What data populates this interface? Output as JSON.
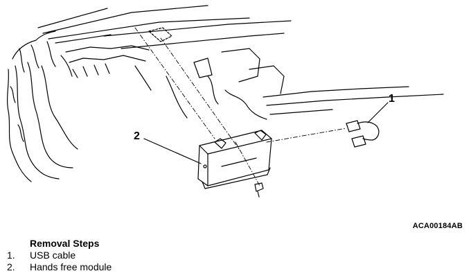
{
  "callouts": {
    "one": "1",
    "two": "2"
  },
  "figure_code": "ACA00184AB",
  "removal": {
    "title": "Removal Steps",
    "steps": [
      {
        "num": "1.",
        "label": "USB cable"
      },
      {
        "num": "2.",
        "label": "Hands free module"
      }
    ]
  }
}
